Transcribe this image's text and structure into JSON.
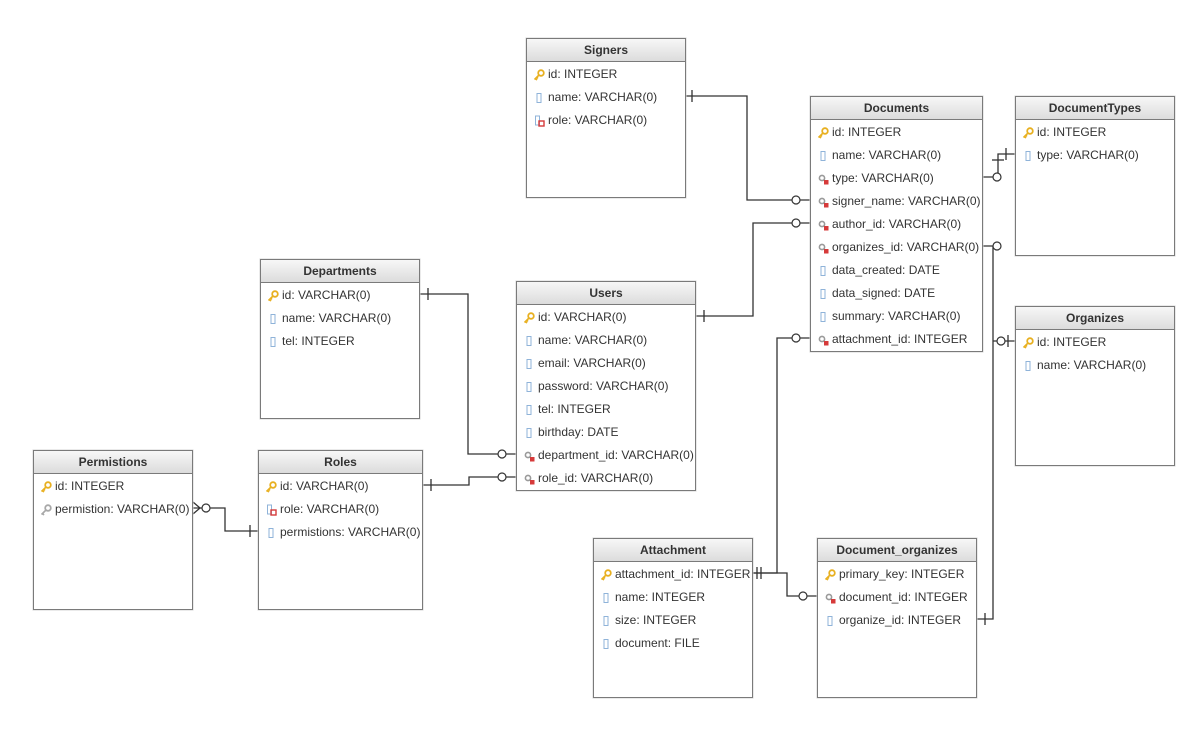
{
  "entities": {
    "signers": {
      "title": "Signers",
      "fields": [
        {
          "text": "id: INTEGER",
          "icon": "primary-key-icon"
        },
        {
          "text": "name: VARCHAR(0)",
          "icon": "column-icon"
        },
        {
          "text": "role: VARCHAR(0)",
          "icon": "unique-column-icon"
        }
      ]
    },
    "documents": {
      "title": "Documents",
      "fields": [
        {
          "text": "id: INTEGER",
          "icon": "primary-key-icon"
        },
        {
          "text": "name: VARCHAR(0)",
          "icon": "column-icon"
        },
        {
          "text": "type: VARCHAR(0)",
          "icon": "foreign-key-icon"
        },
        {
          "text": "signer_name: VARCHAR(0)",
          "icon": "foreign-key-icon"
        },
        {
          "text": "author_id: VARCHAR(0)",
          "icon": "foreign-key-icon"
        },
        {
          "text": "organizes_id: VARCHAR(0)",
          "icon": "foreign-key-icon"
        },
        {
          "text": "data_created: DATE",
          "icon": "column-icon"
        },
        {
          "text": "data_signed: DATE",
          "icon": "column-icon"
        },
        {
          "text": "summary: VARCHAR(0)",
          "icon": "column-icon"
        },
        {
          "text": "attachment_id: INTEGER",
          "icon": "foreign-key-icon"
        }
      ]
    },
    "documenttypes": {
      "title": "DocumentTypes",
      "fields": [
        {
          "text": "id: INTEGER",
          "icon": "primary-key-icon"
        },
        {
          "text": "type: VARCHAR(0)",
          "icon": "column-icon"
        }
      ]
    },
    "departments": {
      "title": "Departments",
      "fields": [
        {
          "text": "id: VARCHAR(0)",
          "icon": "primary-key-icon"
        },
        {
          "text": "name: VARCHAR(0)",
          "icon": "column-icon"
        },
        {
          "text": "tel: INTEGER",
          "icon": "column-icon"
        }
      ]
    },
    "users": {
      "title": "Users",
      "fields": [
        {
          "text": "id: VARCHAR(0)",
          "icon": "primary-key-icon"
        },
        {
          "text": "name: VARCHAR(0)",
          "icon": "column-icon"
        },
        {
          "text": "email: VARCHAR(0)",
          "icon": "column-icon"
        },
        {
          "text": "password: VARCHAR(0)",
          "icon": "column-icon"
        },
        {
          "text": "tel: INTEGER",
          "icon": "column-icon"
        },
        {
          "text": "birthday: DATE",
          "icon": "column-icon"
        },
        {
          "text": "department_id: VARCHAR(0)",
          "icon": "foreign-key-icon"
        },
        {
          "text": "role_id: VARCHAR(0)",
          "icon": "foreign-key-icon"
        }
      ]
    },
    "organizes": {
      "title": "Organizes",
      "fields": [
        {
          "text": "id: INTEGER",
          "icon": "primary-key-icon"
        },
        {
          "text": "name: VARCHAR(0)",
          "icon": "column-icon"
        }
      ]
    },
    "permistions": {
      "title": "Permistions",
      "fields": [
        {
          "text": "id: INTEGER",
          "icon": "primary-key-icon"
        },
        {
          "text": "permistion: VARCHAR(0)",
          "icon": "grey-key-icon"
        }
      ]
    },
    "roles": {
      "title": "Roles",
      "fields": [
        {
          "text": "id: VARCHAR(0)",
          "icon": "primary-key-icon"
        },
        {
          "text": "role: VARCHAR(0)",
          "icon": "unique-column-icon"
        },
        {
          "text": "permistions: VARCHAR(0)",
          "icon": "column-icon"
        }
      ]
    },
    "attachment": {
      "title": "Attachment",
      "fields": [
        {
          "text": "attachment_id: INTEGER",
          "icon": "primary-key-icon"
        },
        {
          "text": "name: INTEGER",
          "icon": "column-icon"
        },
        {
          "text": "size: INTEGER",
          "icon": "column-icon"
        },
        {
          "text": "document: FILE",
          "icon": "column-icon"
        }
      ]
    },
    "document_organizes": {
      "title": "Document_organizes",
      "fields": [
        {
          "text": "primary_key: INTEGER",
          "icon": "primary-key-icon"
        },
        {
          "text": "document_id: INTEGER",
          "icon": "foreign-key-icon"
        },
        {
          "text": "organize_id: INTEGER",
          "icon": "column-icon"
        }
      ]
    }
  },
  "colors": {
    "border": "#7a7a7a",
    "line": "#333333",
    "header_top": "#f7f7f7",
    "header_bottom": "#dcdcdc",
    "key": "#e8b020",
    "column_icon": "#8fb3d9",
    "unique_marker": "#d63a3a"
  }
}
